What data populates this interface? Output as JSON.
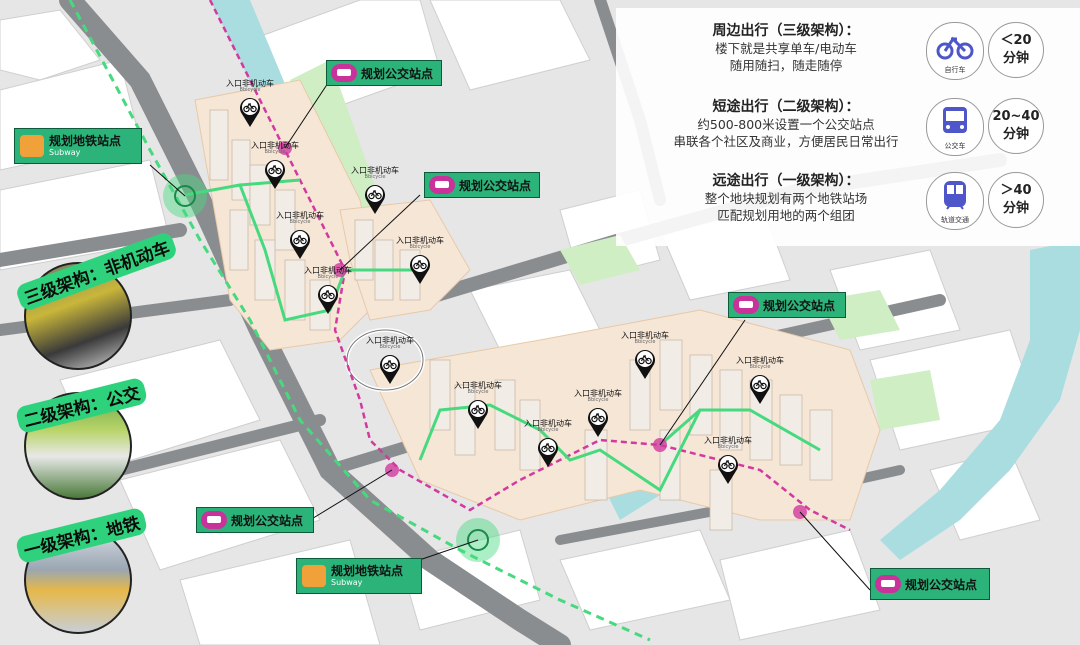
{
  "legend": {
    "tier3": {
      "title": "周边出行（三级架构）：",
      "lines": [
        "楼下就是共享单车/电动车",
        "随用随扫，随走随停"
      ]
    },
    "tier2": {
      "title": "短途出行（二级架构）：",
      "lines": [
        "约500-800米设置一个公交站点",
        "串联各个社区及商业，方便居民日常出行"
      ]
    },
    "tier1": {
      "title": "远途出行（一级架构）：",
      "lines": [
        "整个地块规划有两个地铁站场",
        "匹配规划用地的两个组团"
      ]
    }
  },
  "modes": [
    {
      "icon": "bicycle-icon",
      "caption": "自行车",
      "time_top": "＜20",
      "time_bottom": "分钟"
    },
    {
      "icon": "bus-icon",
      "caption": "公交车",
      "time_top": "20~40",
      "time_bottom": "分钟"
    },
    {
      "icon": "metro-icon",
      "caption": "轨道交通",
      "time_top": "＞40",
      "time_bottom": "分钟"
    }
  ],
  "callouts": {
    "bus_label": "规划公交站点",
    "subway_label": "规划地铁站点",
    "subway_en": "Subway"
  },
  "pins": {
    "label": "入口非机动车",
    "sub": "Bbicycle"
  },
  "tiers": {
    "tier3": "三级架构：非机动车",
    "tier2": "二级架构：公交",
    "tier1": "一级架构：地铁"
  },
  "colors": {
    "green_route": "#46d97e",
    "bus_route": "#d23aa0",
    "callout_bg": "#2bb37a",
    "water": "#a9dde0",
    "road": "#8a8d90"
  }
}
